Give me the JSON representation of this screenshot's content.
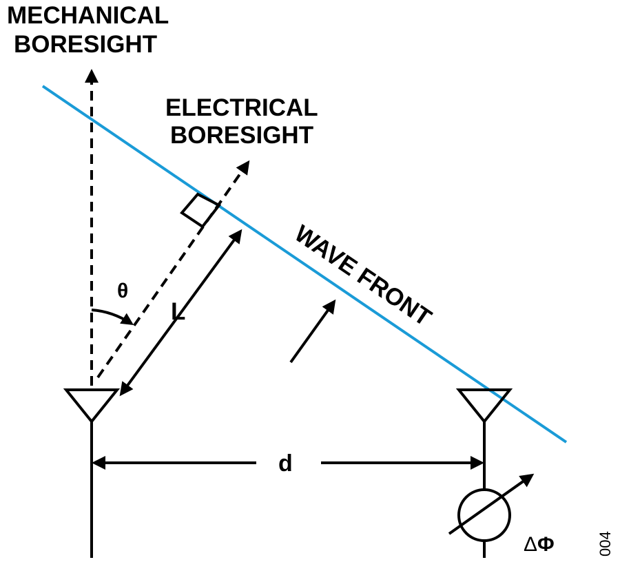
{
  "labels": {
    "mechanical_boresight_line1": "MECHANICAL",
    "mechanical_boresight_line2": "BORESIGHT",
    "electrical_boresight_line1": "ELECTRICAL",
    "electrical_boresight_line2": "BORESIGHT",
    "wave_front": "WAVE FRONT",
    "theta": "θ",
    "path_length": "L",
    "spacing": "d",
    "delta_symbol": "Δ",
    "phase_symbol": "Φ",
    "figure_number": "004"
  },
  "colors": {
    "wave_front": "#1a9bd7",
    "lines": "#000000",
    "background": "#ffffff"
  },
  "icons": {
    "antenna": "antenna-triangle-icon",
    "phase_shifter": "phase-shifter-icon"
  }
}
